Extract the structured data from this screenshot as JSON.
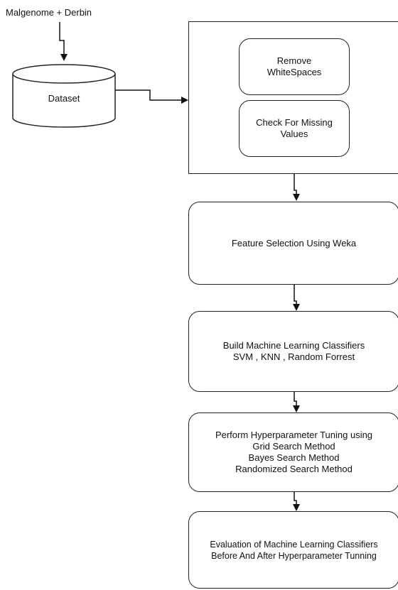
{
  "diagram": {
    "source_label": "Malgenome + Derbin",
    "dataset_label": "Dataset",
    "preprocess": {
      "step1": [
        "Remove",
        "WhiteSpaces"
      ],
      "step2": [
        "Check For Missing",
        "Values"
      ]
    },
    "feature_selection": [
      "Feature Selection Using Weka"
    ],
    "classifiers": [
      "Build Machine Learning Classifiers",
      "SVM , KNN , Random Forrest"
    ],
    "tuning": [
      "Perform Hyperparameter Tuning using",
      "Grid Search Method",
      "Bayes Search Method",
      "Randomized Search Method"
    ],
    "evaluation": [
      "Evaluation of Machine Learning Classifiers",
      "Before And After Hyperparameter Tunning"
    ]
  }
}
